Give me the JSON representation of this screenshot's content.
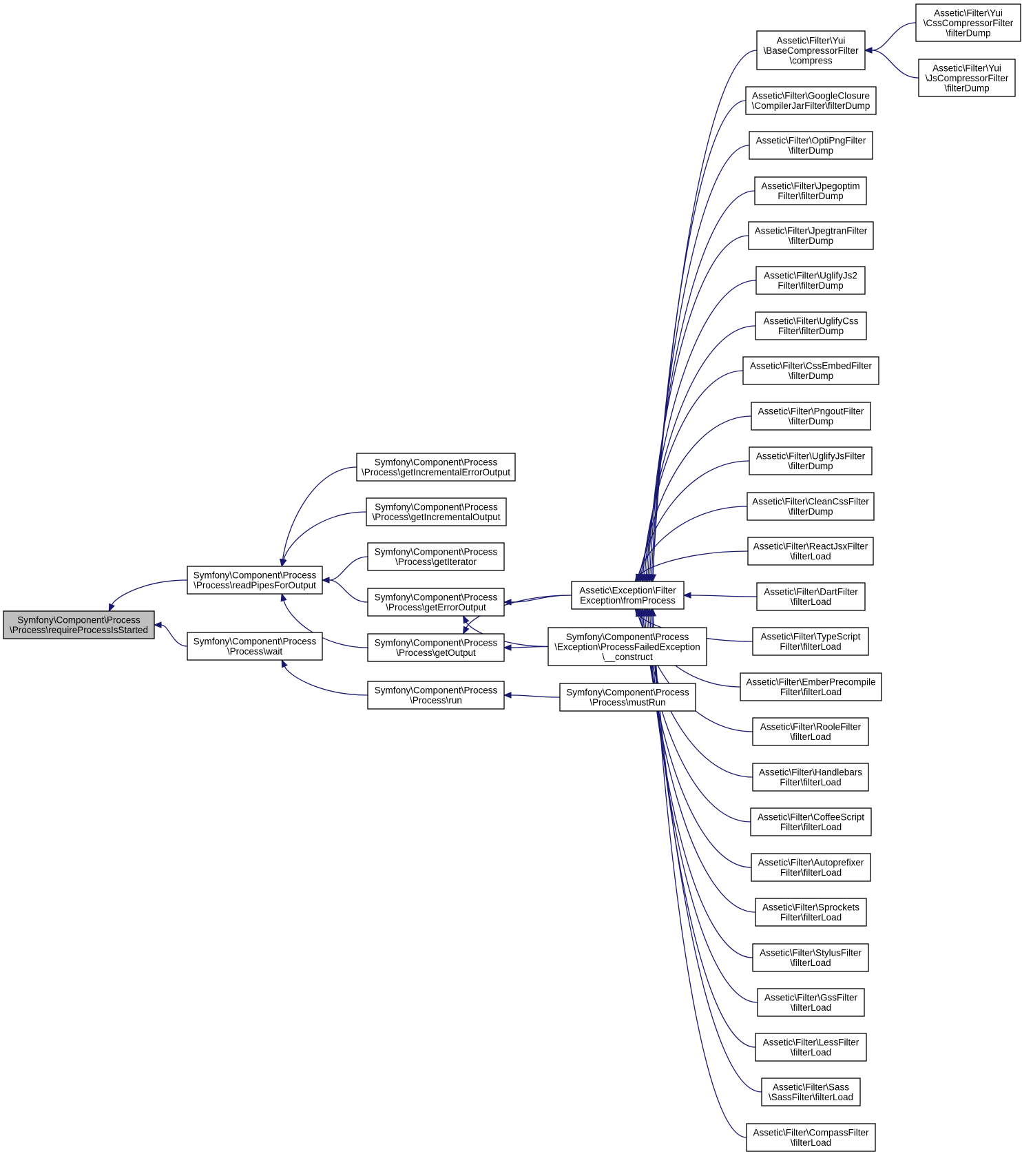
{
  "diagram": {
    "colors": {
      "edge": "#191970",
      "root_fill": "#bfbfbf",
      "node_fill": "#ffffff",
      "border": "#000000"
    },
    "nodes": [
      {
        "id": "requireProcessIsStarted",
        "lines": [
          "Symfony\\Component\\Process",
          "\\Process\\requireProcessIsStarted"
        ],
        "root": true
      },
      {
        "id": "readPipesForOutput",
        "lines": [
          "Symfony\\Component\\Process",
          "\\Process\\readPipesForOutput"
        ]
      },
      {
        "id": "wait",
        "lines": [
          "Symfony\\Component\\Process",
          "\\Process\\wait"
        ]
      },
      {
        "id": "getIncrementalErrorOutput",
        "lines": [
          "Symfony\\Component\\Process",
          "\\Process\\getIncrementalErrorOutput"
        ]
      },
      {
        "id": "getIncrementalOutput",
        "lines": [
          "Symfony\\Component\\Process",
          "\\Process\\getIncrementalOutput"
        ]
      },
      {
        "id": "getIterator",
        "lines": [
          "Symfony\\Component\\Process",
          "\\Process\\getIterator"
        ]
      },
      {
        "id": "getErrorOutput",
        "lines": [
          "Symfony\\Component\\Process",
          "\\Process\\getErrorOutput"
        ]
      },
      {
        "id": "getOutput",
        "lines": [
          "Symfony\\Component\\Process",
          "\\Process\\getOutput"
        ]
      },
      {
        "id": "run",
        "lines": [
          "Symfony\\Component\\Process",
          "\\Process\\run"
        ]
      },
      {
        "id": "fromProcess",
        "lines": [
          "Assetic\\Exception\\Filter",
          "Exception\\fromProcess"
        ]
      },
      {
        "id": "pfeConstruct",
        "lines": [
          "Symfony\\Component\\Process",
          "\\Exception\\ProcessFailedException",
          "\\__construct"
        ]
      },
      {
        "id": "mustRun",
        "lines": [
          "Symfony\\Component\\Process",
          "\\Process\\mustRun"
        ]
      },
      {
        "id": "baseCompress",
        "lines": [
          "Assetic\\Filter\\Yui",
          "\\BaseCompressorFilter",
          "\\compress"
        ]
      },
      {
        "id": "cssCompressor",
        "lines": [
          "Assetic\\Filter\\Yui",
          "\\CssCompressorFilter",
          "\\filterDump"
        ]
      },
      {
        "id": "jsCompressor",
        "lines": [
          "Assetic\\Filter\\Yui",
          "\\JsCompressorFilter",
          "\\filterDump"
        ]
      },
      {
        "id": "googleClosure",
        "lines": [
          "Assetic\\Filter\\GoogleClosure",
          "\\CompilerJarFilter\\filterDump"
        ]
      },
      {
        "id": "optiPng",
        "lines": [
          "Assetic\\Filter\\OptiPngFilter",
          "\\filterDump"
        ]
      },
      {
        "id": "jpegoptim",
        "lines": [
          "Assetic\\Filter\\Jpegoptim",
          "Filter\\filterDump"
        ]
      },
      {
        "id": "jpegtran",
        "lines": [
          "Assetic\\Filter\\JpegtranFilter",
          "\\filterDump"
        ]
      },
      {
        "id": "uglifyJs2",
        "lines": [
          "Assetic\\Filter\\UglifyJs2",
          "Filter\\filterDump"
        ]
      },
      {
        "id": "uglifyCss",
        "lines": [
          "Assetic\\Filter\\UglifyCss",
          "Filter\\filterDump"
        ]
      },
      {
        "id": "cssEmbed",
        "lines": [
          "Assetic\\Filter\\CssEmbedFilter",
          "\\filterDump"
        ]
      },
      {
        "id": "pngout",
        "lines": [
          "Assetic\\Filter\\PngoutFilter",
          "\\filterDump"
        ]
      },
      {
        "id": "uglifyJs",
        "lines": [
          "Assetic\\Filter\\UglifyJsFilter",
          "\\filterDump"
        ]
      },
      {
        "id": "cleanCss",
        "lines": [
          "Assetic\\Filter\\CleanCssFilter",
          "\\filterDump"
        ]
      },
      {
        "id": "reactJsx",
        "lines": [
          "Assetic\\Filter\\ReactJsxFilter",
          "\\filterLoad"
        ]
      },
      {
        "id": "dart",
        "lines": [
          "Assetic\\Filter\\DartFilter",
          "\\filterLoad"
        ]
      },
      {
        "id": "typeScript",
        "lines": [
          "Assetic\\Filter\\TypeScript",
          "Filter\\filterLoad"
        ]
      },
      {
        "id": "emberPrecompile",
        "lines": [
          "Assetic\\Filter\\EmberPrecompile",
          "Filter\\filterLoad"
        ]
      },
      {
        "id": "roole",
        "lines": [
          "Assetic\\Filter\\RooleFilter",
          "\\filterLoad"
        ]
      },
      {
        "id": "handlebars",
        "lines": [
          "Assetic\\Filter\\Handlebars",
          "Filter\\filterLoad"
        ]
      },
      {
        "id": "coffeeScript",
        "lines": [
          "Assetic\\Filter\\CoffeeScript",
          "Filter\\filterLoad"
        ]
      },
      {
        "id": "autoprefixer",
        "lines": [
          "Assetic\\Filter\\Autoprefixer",
          "Filter\\filterLoad"
        ]
      },
      {
        "id": "sprockets",
        "lines": [
          "Assetic\\Filter\\Sprockets",
          "Filter\\filterLoad"
        ]
      },
      {
        "id": "stylus",
        "lines": [
          "Assetic\\Filter\\StylusFilter",
          "\\filterLoad"
        ]
      },
      {
        "id": "gss",
        "lines": [
          "Assetic\\Filter\\GssFilter",
          "\\filterLoad"
        ]
      },
      {
        "id": "less",
        "lines": [
          "Assetic\\Filter\\LessFilter",
          "\\filterLoad"
        ]
      },
      {
        "id": "sass",
        "lines": [
          "Assetic\\Filter\\Sass",
          "\\SassFilter\\filterLoad"
        ]
      },
      {
        "id": "compass",
        "lines": [
          "Assetic\\Filter\\CompassFilter",
          "\\filterLoad"
        ]
      }
    ],
    "edges": [
      {
        "from": "readPipesForOutput",
        "to": "requireProcessIsStarted"
      },
      {
        "from": "wait",
        "to": "requireProcessIsStarted"
      },
      {
        "from": "getIncrementalErrorOutput",
        "to": "readPipesForOutput"
      },
      {
        "from": "getIncrementalOutput",
        "to": "readPipesForOutput"
      },
      {
        "from": "getIterator",
        "to": "readPipesForOutput"
      },
      {
        "from": "getErrorOutput",
        "to": "readPipesForOutput"
      },
      {
        "from": "getOutput",
        "to": "readPipesForOutput"
      },
      {
        "from": "run",
        "to": "wait"
      },
      {
        "from": "fromProcess",
        "to": "getErrorOutput"
      },
      {
        "from": "pfeConstruct",
        "to": "getErrorOutput"
      },
      {
        "from": "fromProcess",
        "to": "getOutput"
      },
      {
        "from": "pfeConstruct",
        "to": "getOutput"
      },
      {
        "from": "mustRun",
        "to": "run"
      },
      {
        "from": "cssCompressor",
        "to": "baseCompress"
      },
      {
        "from": "jsCompressor",
        "to": "baseCompress"
      },
      {
        "from": "baseCompress",
        "to": "fromProcess"
      },
      {
        "from": "googleClosure",
        "to": "fromProcess"
      },
      {
        "from": "optiPng",
        "to": "fromProcess"
      },
      {
        "from": "jpegoptim",
        "to": "fromProcess"
      },
      {
        "from": "jpegtran",
        "to": "fromProcess"
      },
      {
        "from": "uglifyJs2",
        "to": "fromProcess"
      },
      {
        "from": "uglifyCss",
        "to": "fromProcess"
      },
      {
        "from": "cssEmbed",
        "to": "fromProcess"
      },
      {
        "from": "pngout",
        "to": "fromProcess"
      },
      {
        "from": "uglifyJs",
        "to": "fromProcess"
      },
      {
        "from": "cleanCss",
        "to": "fromProcess"
      },
      {
        "from": "reactJsx",
        "to": "fromProcess"
      },
      {
        "from": "dart",
        "to": "fromProcess"
      },
      {
        "from": "typeScript",
        "to": "fromProcess"
      },
      {
        "from": "emberPrecompile",
        "to": "fromProcess"
      },
      {
        "from": "roole",
        "to": "fromProcess"
      },
      {
        "from": "handlebars",
        "to": "fromProcess"
      },
      {
        "from": "coffeeScript",
        "to": "fromProcess"
      },
      {
        "from": "autoprefixer",
        "to": "fromProcess"
      },
      {
        "from": "sprockets",
        "to": "fromProcess"
      },
      {
        "from": "stylus",
        "to": "fromProcess"
      },
      {
        "from": "gss",
        "to": "fromProcess"
      },
      {
        "from": "less",
        "to": "fromProcess"
      },
      {
        "from": "sass",
        "to": "fromProcess"
      },
      {
        "from": "compass",
        "to": "fromProcess"
      }
    ]
  }
}
